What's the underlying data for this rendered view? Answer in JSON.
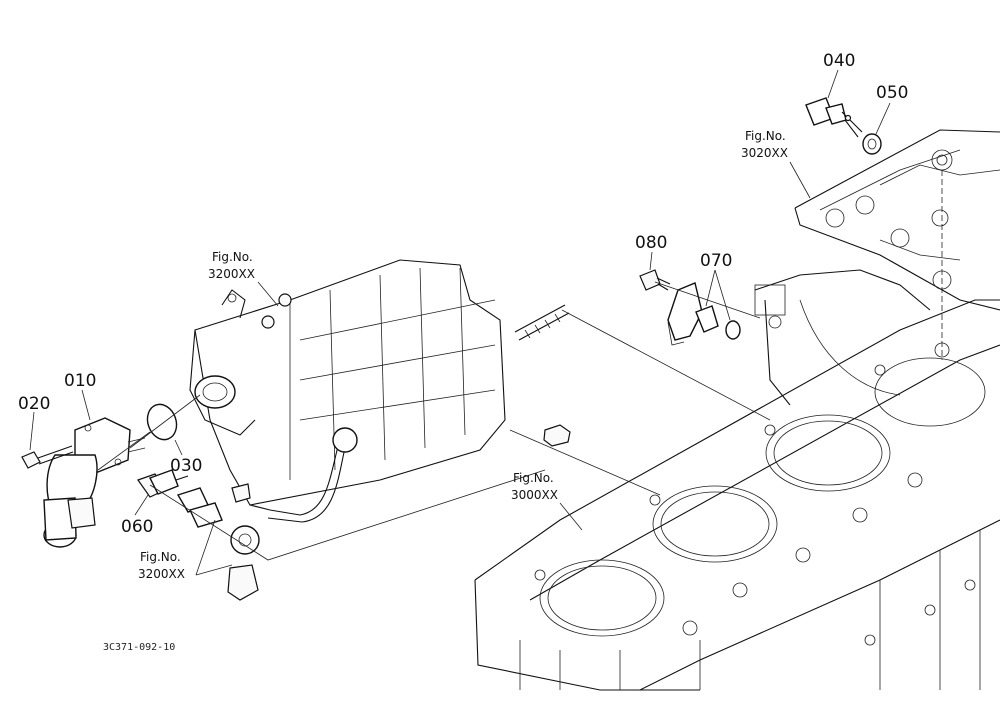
{
  "callouts": {
    "c010": "010",
    "c020": "020",
    "c030": "030",
    "c040": "040",
    "c050": "050",
    "c060": "060",
    "c070": "070",
    "c080": "080"
  },
  "fig_refs": {
    "pump_top": {
      "line1": "Fig.No.",
      "line2": "3200XX"
    },
    "pump_bottom": {
      "line1": "Fig.No.",
      "line2": "3200XX"
    },
    "cylinder_head": {
      "line1": "Fig.No.",
      "line2": "3020XX"
    },
    "crankcase": {
      "line1": "Fig.No.",
      "line2": "3000XX"
    }
  },
  "drawing_code": "3C371-092-10"
}
